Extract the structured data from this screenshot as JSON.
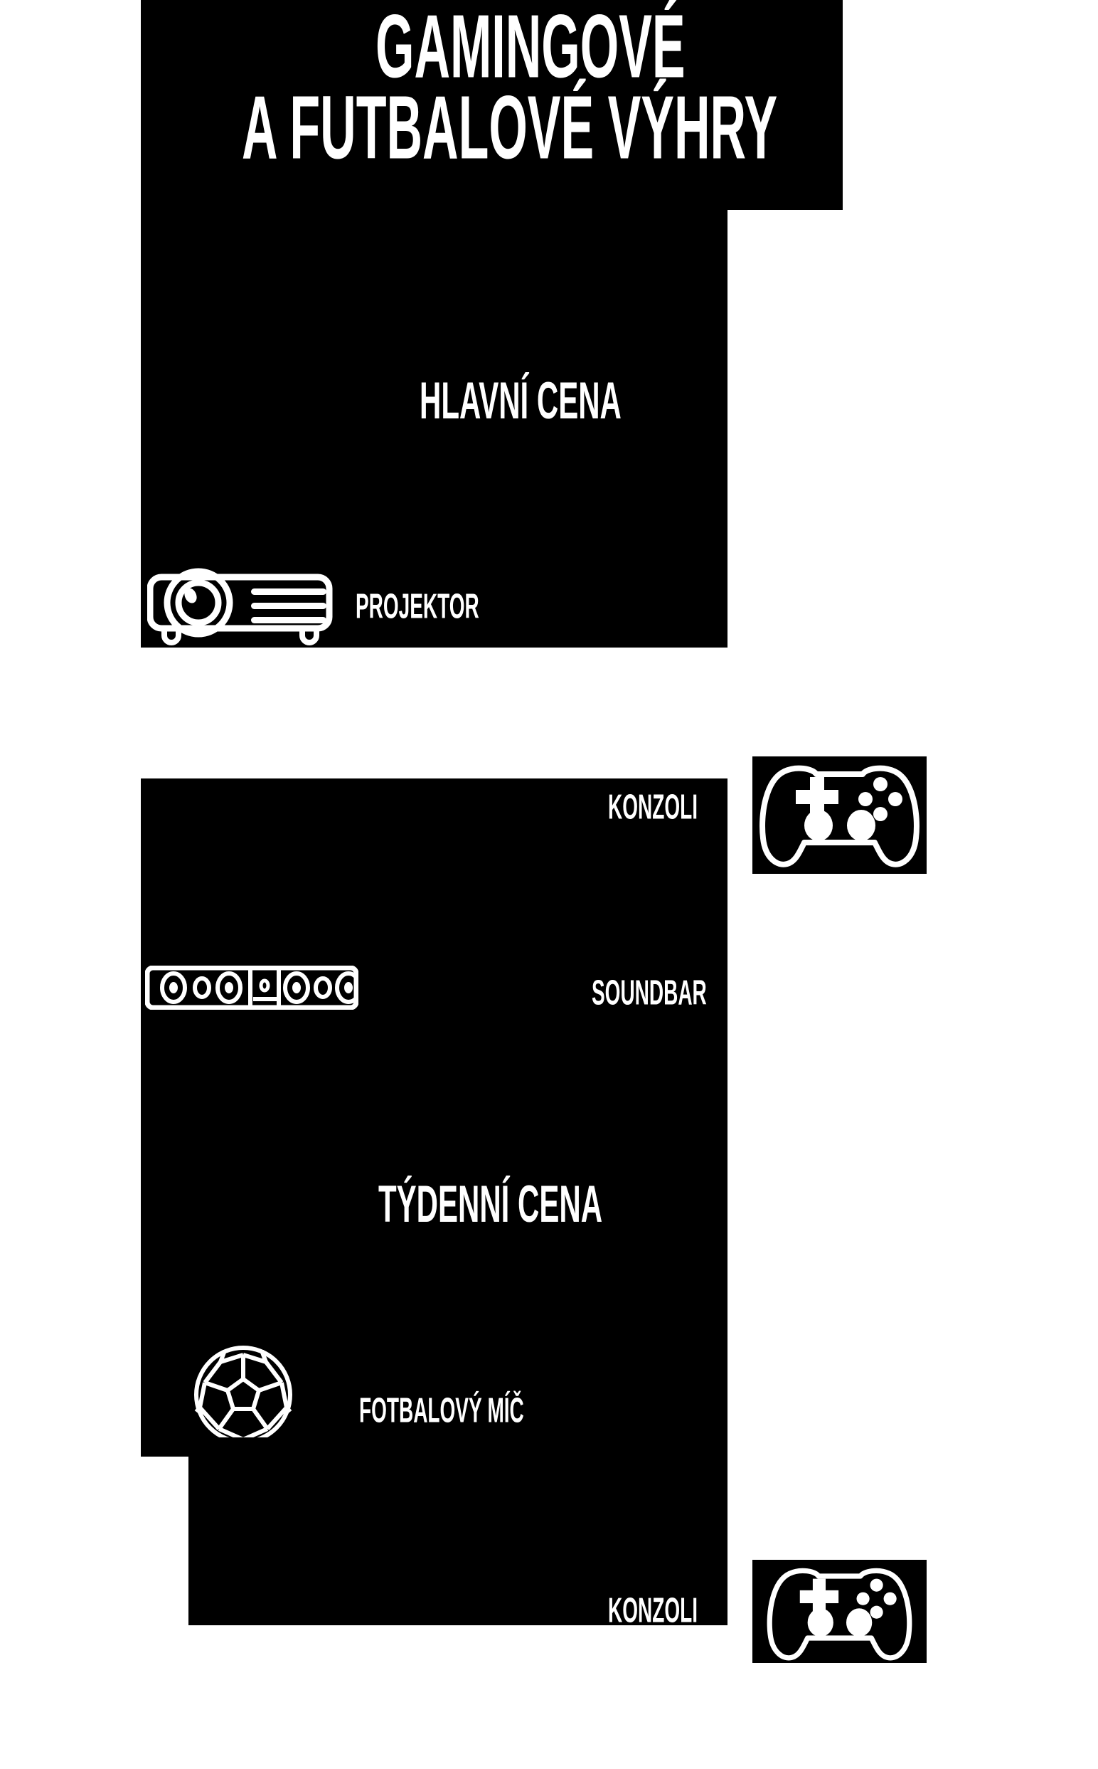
{
  "banner": {
    "language": "cs",
    "background_color": "#ffffff",
    "panel_color": "#000000",
    "text_color": "#ffffff",
    "headline": {
      "line_1": "GAMINGOVÉ",
      "line_2": "A FUTBALOVÉ VÝHRY"
    },
    "sections": [
      {
        "id": "main-prize",
        "heading": "HLAVNÍ CENA",
        "prizes": [
          {
            "icon": "projector-icon",
            "label": "PROJEKTOR"
          },
          {
            "icon": "gamepad-icon",
            "label": "KONZOLI"
          },
          {
            "icon": "soundbar-icon",
            "label": "SOUNDBAR"
          }
        ]
      },
      {
        "id": "weekly-prize",
        "heading": "TÝDENNÍ CENA",
        "prizes": [
          {
            "icon": "soccer-ball-icon",
            "label": "FOTBALOVÝ MÍČ"
          },
          {
            "icon": "gamepad-icon",
            "label": "KONZOLI"
          }
        ]
      }
    ]
  },
  "labels": {
    "heading_main": "HLAVNÍ CENA",
    "heading_weekly": "TÝDENNÍ CENA",
    "projector": "PROJEKTOR",
    "konzoli_1": "KONZOLI",
    "soundbar": "SOUNDBAR",
    "football": "FOTBALOVÝ MÍČ",
    "konzoli_2": "KONZOLI"
  },
  "icons": {
    "projector": "projector-icon",
    "gamepad_1": "gamepad-icon",
    "soundbar": "soundbar-icon",
    "ball": "soccer-ball-icon",
    "gamepad_2": "gamepad-icon"
  }
}
